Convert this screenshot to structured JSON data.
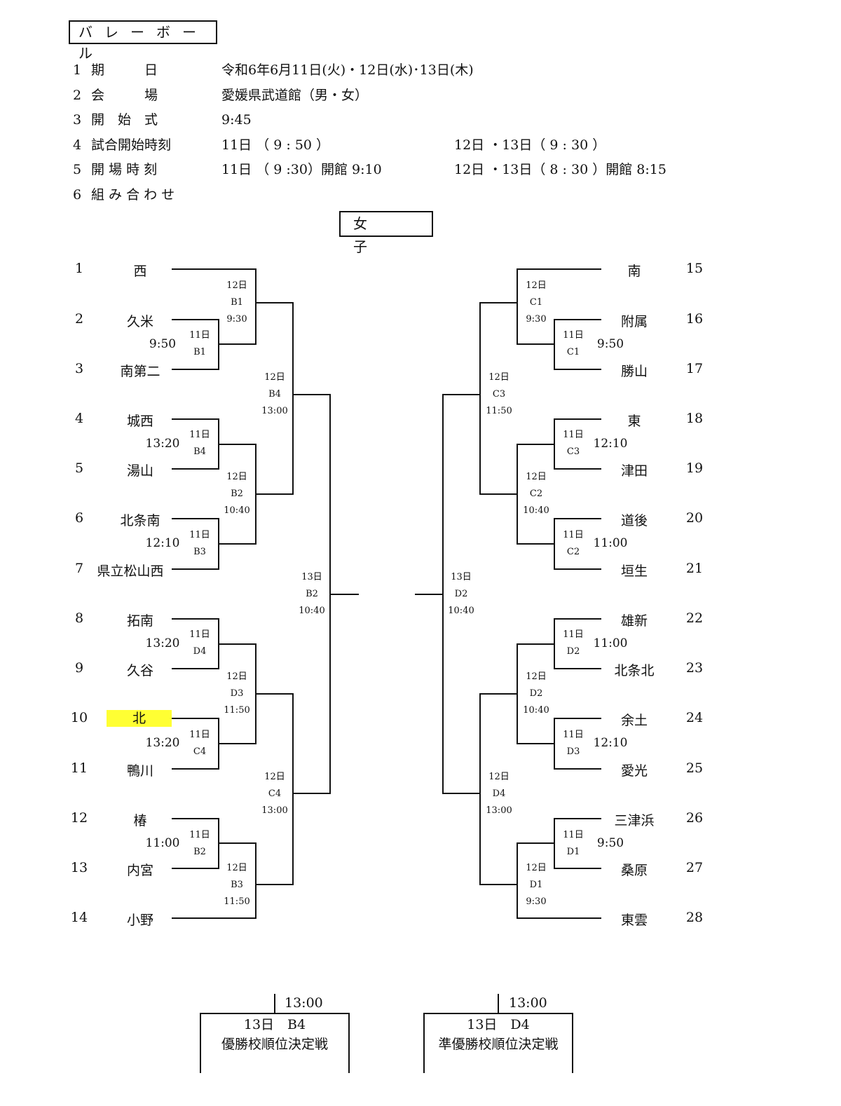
{
  "title": "バレーボール",
  "info": [
    {
      "num": "1",
      "label": "期　　　日",
      "value": "令和6年6月11日(火)・12日(水)･13日(木)",
      "value2": ""
    },
    {
      "num": "2",
      "label": "会　　　場",
      "value": "愛媛県武道館（男・女）",
      "value2": ""
    },
    {
      "num": "3",
      "label": "開　始　式",
      "value": "9:45",
      "value2": ""
    },
    {
      "num": "4",
      "label": "試合開始時刻",
      "value": "11日 （ 9 : 50 ）",
      "value2": "12日 ・13日（ 9 : 30 ）"
    },
    {
      "num": "5",
      "label": "開 場 時 刻",
      "value": "11日 （ 9 :30）開館 9:10",
      "value2": "12日 ・13日（ 8 : 30 ）開館 8:15"
    },
    {
      "num": "6",
      "label": "組 み 合 わ せ",
      "value": "",
      "value2": ""
    }
  ],
  "gender": "女子",
  "left_teams": [
    {
      "seed": "1",
      "name": "西"
    },
    {
      "seed": "2",
      "name": "久米"
    },
    {
      "seed": "3",
      "name": "南第二"
    },
    {
      "seed": "4",
      "name": "城西"
    },
    {
      "seed": "5",
      "name": "湯山"
    },
    {
      "seed": "6",
      "name": "北条南"
    },
    {
      "seed": "7",
      "name": "県立松山西"
    },
    {
      "seed": "8",
      "name": "拓南"
    },
    {
      "seed": "9",
      "name": "久谷"
    },
    {
      "seed": "10",
      "name": "北",
      "highlight": true
    },
    {
      "seed": "11",
      "name": "鴨川"
    },
    {
      "seed": "12",
      "name": "椿"
    },
    {
      "seed": "13",
      "name": "内宮"
    },
    {
      "seed": "14",
      "name": "小野"
    }
  ],
  "right_teams": [
    {
      "seed": "15",
      "name": "南"
    },
    {
      "seed": "16",
      "name": "附属"
    },
    {
      "seed": "17",
      "name": "勝山"
    },
    {
      "seed": "18",
      "name": "東"
    },
    {
      "seed": "19",
      "name": "津田"
    },
    {
      "seed": "20",
      "name": "道後"
    },
    {
      "seed": "21",
      "name": "垣生"
    },
    {
      "seed": "22",
      "name": "雄新"
    },
    {
      "seed": "23",
      "name": "北条北"
    },
    {
      "seed": "24",
      "name": "余土"
    },
    {
      "seed": "25",
      "name": "愛光"
    },
    {
      "seed": "26",
      "name": "三津浜"
    },
    {
      "seed": "27",
      "name": "桑原"
    },
    {
      "seed": "28",
      "name": "東雲"
    }
  ],
  "match_labels": [
    {
      "day": "12日",
      "code": "B1",
      "time": "9:30"
    },
    {
      "day": "11日",
      "code": "B1",
      "time": ""
    },
    {
      "day": "12日",
      "code": "B4",
      "time": "13:00"
    },
    {
      "day": "11日",
      "code": "B4",
      "time": ""
    },
    {
      "day": "12日",
      "code": "B2",
      "time": "10:40"
    },
    {
      "day": "11日",
      "code": "B3",
      "time": ""
    },
    {
      "day": "13日",
      "code": "B2",
      "time": "10:40"
    },
    {
      "day": "11日",
      "code": "D4",
      "time": ""
    },
    {
      "day": "12日",
      "code": "D3",
      "time": "11:50"
    },
    {
      "day": "11日",
      "code": "C4",
      "time": ""
    },
    {
      "day": "12日",
      "code": "C4",
      "time": "13:00"
    },
    {
      "day": "11日",
      "code": "B2",
      "time": ""
    },
    {
      "day": "12日",
      "code": "B3",
      "time": "11:50"
    },
    {
      "day": "12日",
      "code": "C1",
      "time": "9:30"
    },
    {
      "day": "11日",
      "code": "C1",
      "time": ""
    },
    {
      "day": "12日",
      "code": "C3",
      "time": "11:50"
    },
    {
      "day": "11日",
      "code": "C3",
      "time": ""
    },
    {
      "day": "12日",
      "code": "C2",
      "time": "10:40"
    },
    {
      "day": "11日",
      "code": "C2",
      "time": ""
    },
    {
      "day": "13日",
      "code": "D2",
      "time": "10:40"
    },
    {
      "day": "11日",
      "code": "D2",
      "time": ""
    },
    {
      "day": "12日",
      "code": "D2",
      "time": "10:40"
    },
    {
      "day": "11日",
      "code": "D3",
      "time": ""
    },
    {
      "day": "12日",
      "code": "D4",
      "time": "13:00"
    },
    {
      "day": "11日",
      "code": "D1",
      "time": ""
    },
    {
      "day": "12日",
      "code": "D1",
      "time": "9:30"
    }
  ],
  "first_round_times": [
    "9:50",
    "13:20",
    "12:10",
    "13:20",
    "13:20",
    "11:00",
    "9:50",
    "12:10",
    "11:00",
    "11:00",
    "12:10",
    "9:50"
  ],
  "finals": [
    {
      "time": "13:00",
      "line1": "13日　B4",
      "line2": "優勝校順位決定戦"
    },
    {
      "time": "13:00",
      "line1": "13日　D4",
      "line2": "準優勝校順位決定戦"
    }
  ]
}
